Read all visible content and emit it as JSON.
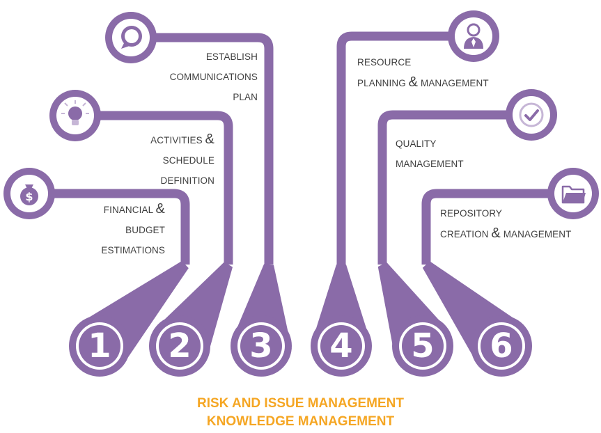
{
  "items": [
    {
      "number": "1",
      "lines": [
        "FINANCIAL &",
        "BUDGET",
        "ESTIMATIONS"
      ],
      "icon": "money-bag-icon"
    },
    {
      "number": "2",
      "lines": [
        "ACTIVITIES &",
        "SCHEDULE",
        "DEFINITION"
      ],
      "icon": "lightbulb-icon"
    },
    {
      "number": "3",
      "lines": [
        "ESTABLISH",
        "COMMUNICATIONS",
        "PLAN"
      ],
      "icon": "speech-bubble-icon"
    },
    {
      "number": "4",
      "lines": [
        "RESOURCE",
        "PLANNING & MANAGEMENT"
      ],
      "icon": "person-icon"
    },
    {
      "number": "5",
      "lines": [
        "QUALITY",
        "MANAGEMENT"
      ],
      "icon": "checkmark-icon"
    },
    {
      "number": "6",
      "lines": [
        "REPOSITORY",
        "CREATION & MANAGEMENT"
      ],
      "icon": "folder-icon"
    }
  ],
  "footer": {
    "line1": "RISK AND ISSUE MANAGEMENT",
    "line2": "KNOWLEDGE MANAGEMENT"
  },
  "colors": {
    "purple": "#8a6ba8",
    "light_purple": "#c6b6d6",
    "text": "#3f3f3f",
    "accent": "#f5a623",
    "white": "#ffffff"
  }
}
